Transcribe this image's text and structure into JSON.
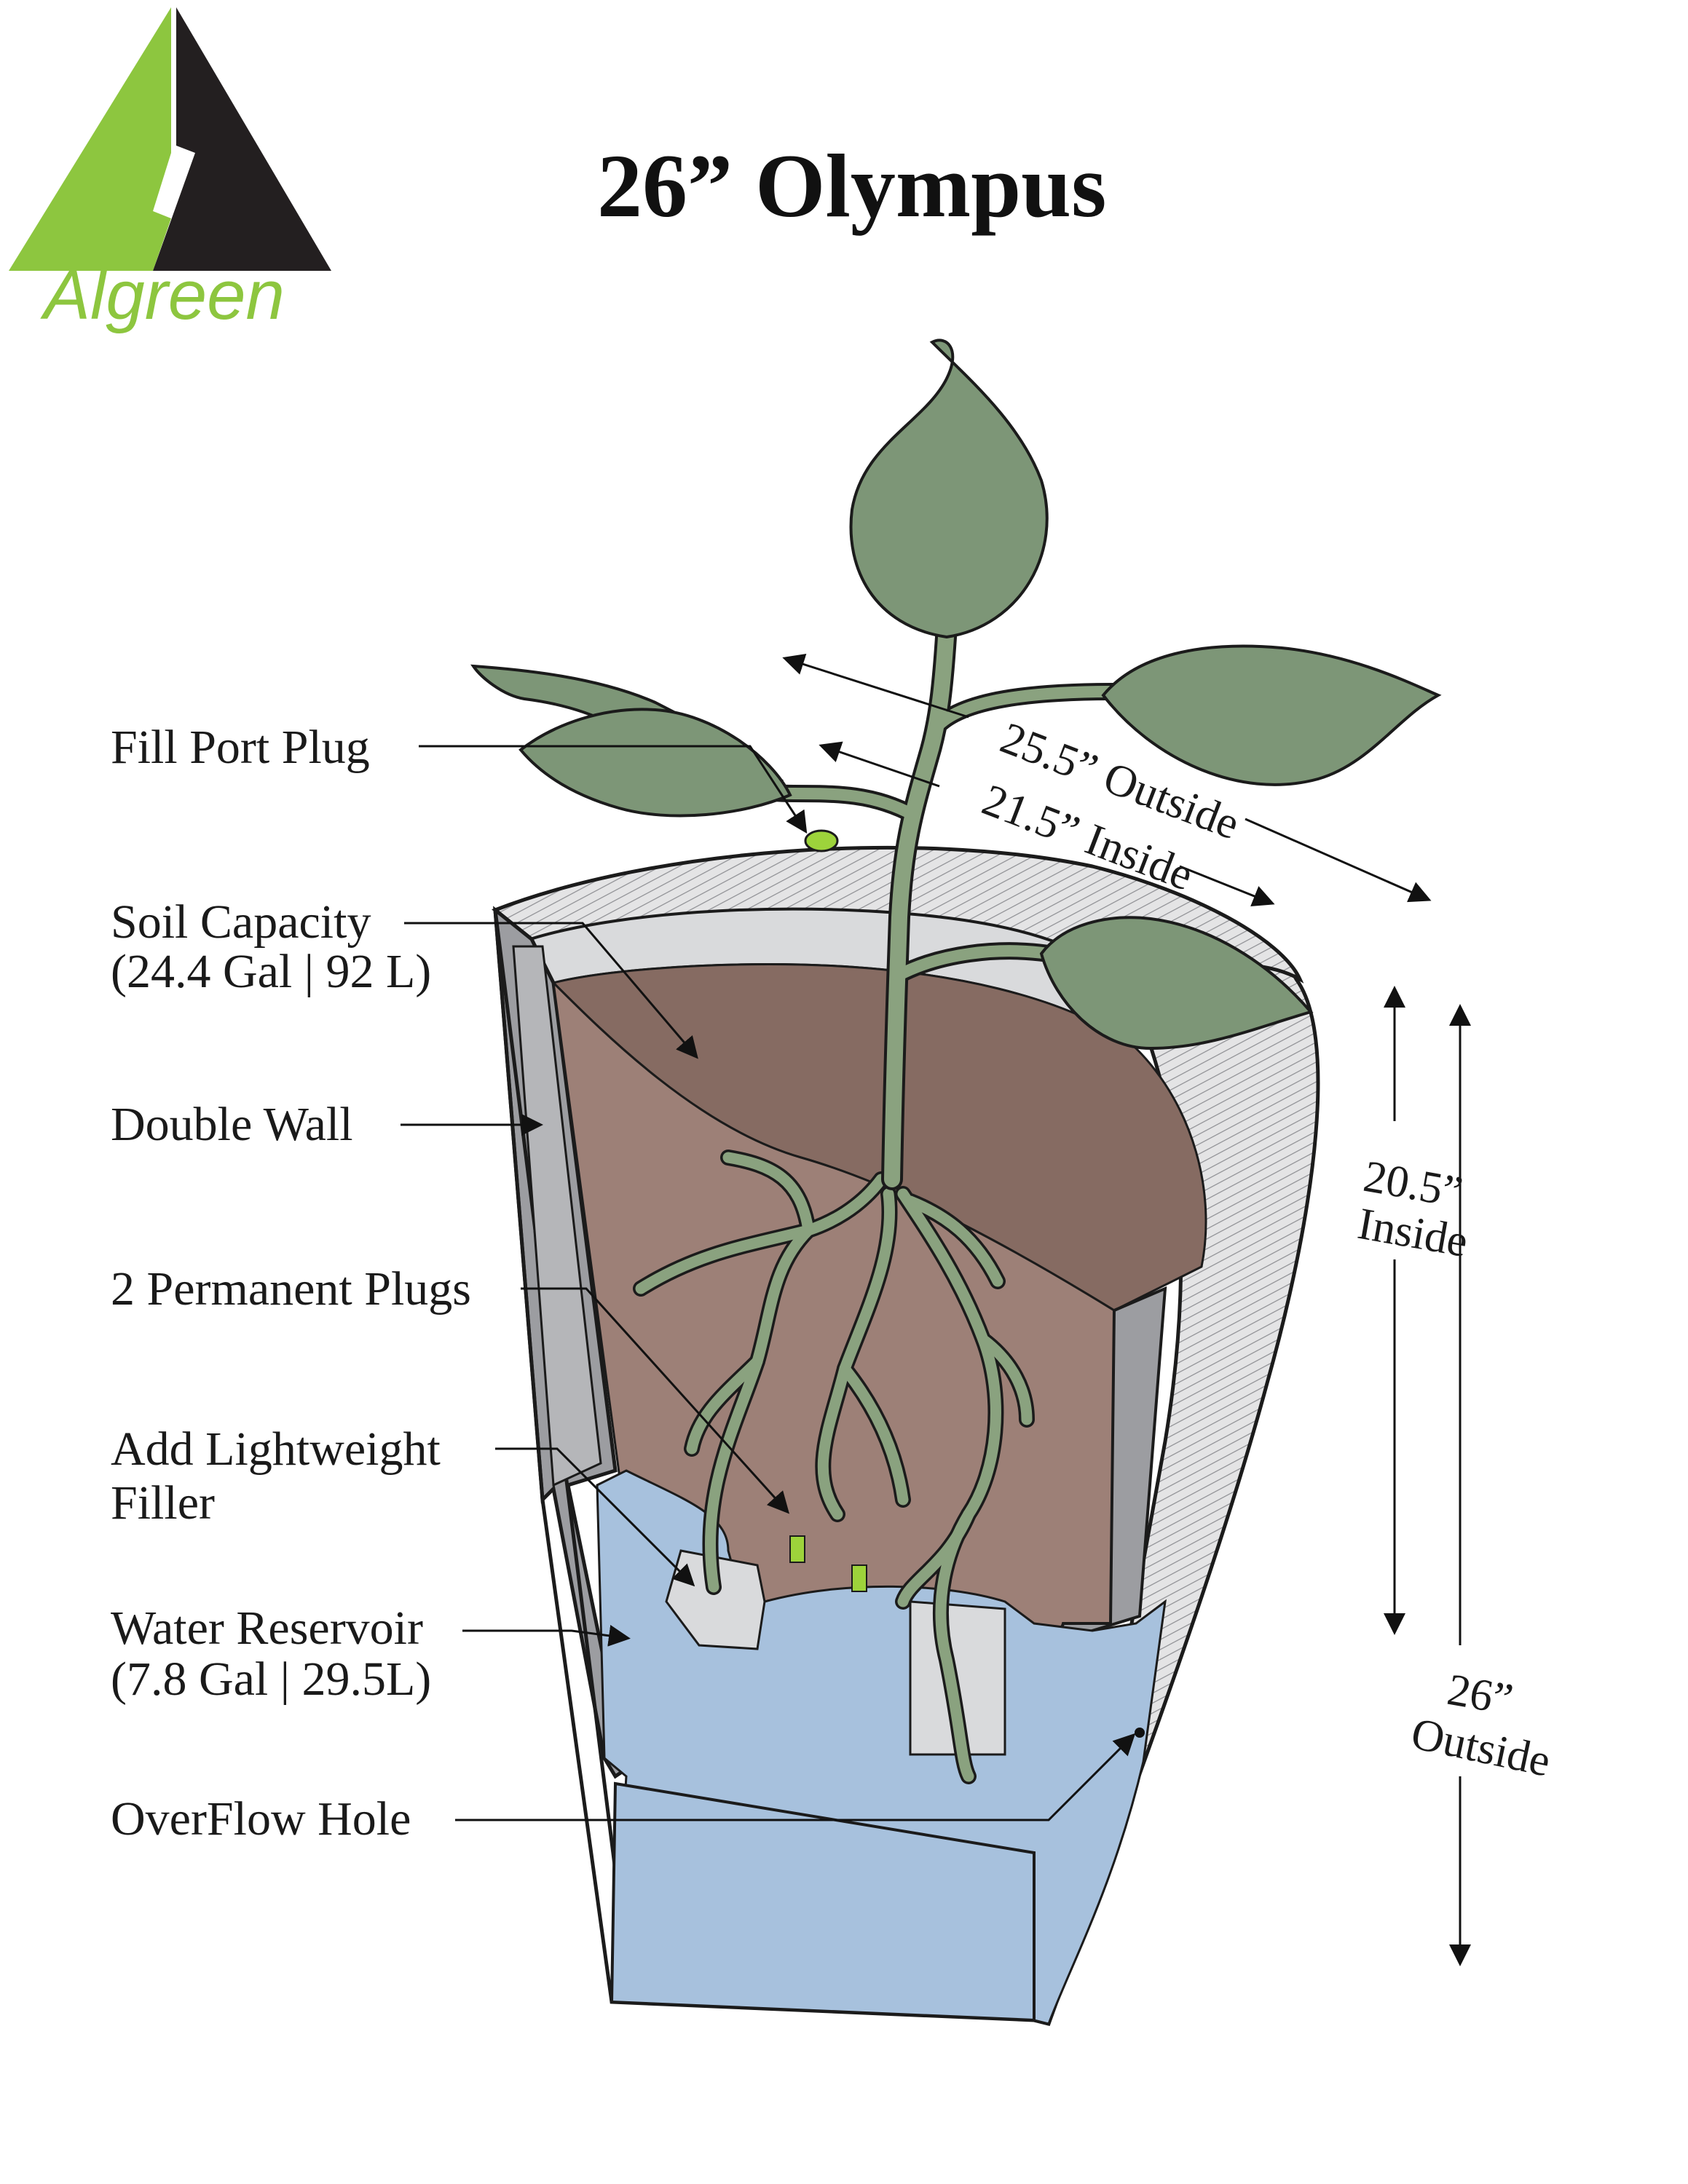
{
  "brand": {
    "name": "Algreen",
    "green": "#8dc63f",
    "dark": "#231f20"
  },
  "title": "26” Olympus",
  "callouts": {
    "fill_port_plug": "Fill Port Plug",
    "soil_capacity": "Soil Capacity",
    "soil_capacity_value": "(24.4 Gal | 92 L)",
    "double_wall": "Double Wall",
    "permanent_plugs": "2 Permanent Plugs",
    "filler_line1": "Add Lightweight",
    "filler_line2": "Filler",
    "water_reservoir": "Water Reservoir",
    "water_reservoir_value": "(7.8 Gal | 29.5L)",
    "overflow_hole": "OverFlow Hole"
  },
  "dimensions": {
    "outside_width": "25.5” Outside",
    "inside_width": "21.5” Inside",
    "inside_height_value": "20.5”",
    "inside_height_label": "Inside",
    "outside_height_value": "26”",
    "outside_height_label": "Outside"
  },
  "colors": {
    "leaf": "#7d9677",
    "stem": "#8aa27f",
    "soil_dark": "#866b62",
    "soil_light": "#9d8077",
    "water": "#a7c1dd",
    "wall": "#a3a4a8",
    "wall_light": "#d6d7d9",
    "rim": "#e8e8e8",
    "plug": "#9dd33b"
  }
}
